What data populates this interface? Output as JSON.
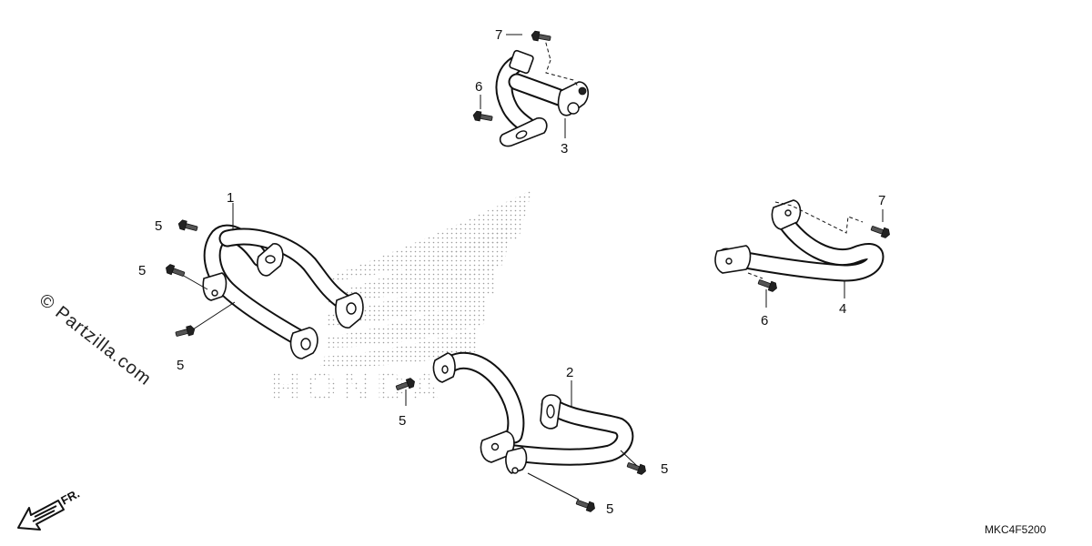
{
  "watermark": {
    "site_text": "© Partzilla.com",
    "brand_text": "HONDA"
  },
  "callouts": {
    "p1": "1",
    "p2": "2",
    "p3": "3",
    "p4": "4",
    "p5": "5",
    "p6": "6",
    "p7": "7"
  },
  "direction": {
    "label": "FR."
  },
  "diagram_code": "MKC4F5200"
}
